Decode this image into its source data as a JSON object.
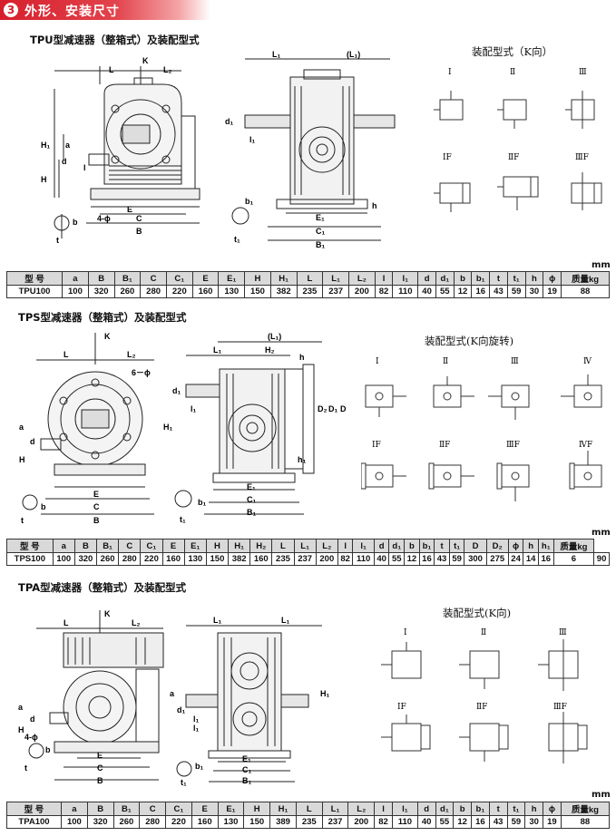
{
  "header": {
    "number": "3",
    "title": "外形、安装尺寸"
  },
  "sections": [
    {
      "id": "tpu",
      "title": "TPU型减速器（整箱式）及装配型式",
      "assembly_title": "装配型式（K向）",
      "assembly_types": [
        "Ⅰ",
        "Ⅱ",
        "Ⅲ",
        "ⅠF",
        "ⅡF",
        "ⅢF"
      ],
      "unit": "mm",
      "headers": [
        "型 号",
        "a",
        "B",
        "B₁",
        "C",
        "C₁",
        "E",
        "E₁",
        "H",
        "H₁",
        "L",
        "L₁",
        "L₂",
        "l",
        "l₁",
        "d",
        "d₁",
        "b",
        "b₁",
        "t",
        "t₁",
        "h",
        "ϕ",
        "质量kg"
      ],
      "values": [
        "TPU100",
        "100",
        "320",
        "260",
        "280",
        "220",
        "160",
        "130",
        "150",
        "382",
        "235",
        "237",
        "200",
        "82",
        "110",
        "40",
        "55",
        "12",
        "16",
        "43",
        "59",
        "30",
        "19",
        "88"
      ]
    },
    {
      "id": "tps",
      "title": "TPS型减速器（整箱式）及装配型式",
      "assembly_title": "装配型式(K向旋转)",
      "assembly_types": [
        "Ⅰ",
        "Ⅱ",
        "Ⅲ",
        "Ⅳ",
        "ⅠF",
        "ⅡF",
        "ⅢF",
        "ⅣF"
      ],
      "unit": "mm",
      "headers": [
        "型 号",
        "a",
        "B",
        "B₁",
        "C",
        "C₁",
        "E",
        "E₁",
        "H",
        "H₁",
        "H₂",
        "L",
        "L₁",
        "L₂",
        "l",
        "l₁",
        "d",
        "d₁",
        "b",
        "b₁",
        "t",
        "t₁",
        "D",
        "D₂",
        "ϕ",
        "h",
        "h₁",
        "质量kg"
      ],
      "values": [
        "TPS100",
        "100",
        "320",
        "260",
        "280",
        "220",
        "160",
        "130",
        "150",
        "382",
        "160",
        "235",
        "237",
        "200",
        "82",
        "110",
        "40",
        "55",
        "12",
        "16",
        "43",
        "59",
        "300",
        "275",
        "24",
        "14",
        "16",
        "6",
        "90"
      ]
    },
    {
      "id": "tpa",
      "title": "TPA型减速器（整箱式）及装配型式",
      "assembly_title": "装配型式(K向)",
      "assembly_types": [
        "Ⅰ",
        "Ⅱ",
        "Ⅲ",
        "ⅠF",
        "ⅡF",
        "ⅢF"
      ],
      "unit": "mm",
      "headers": [
        "型 号",
        "a",
        "B",
        "B₁",
        "C",
        "C₁",
        "E",
        "E₁",
        "H",
        "H₁",
        "L",
        "L₁",
        "L₂",
        "l",
        "l₁",
        "d",
        "d₁",
        "b",
        "b₁",
        "t",
        "t₁",
        "h",
        "ϕ",
        "质量kg"
      ],
      "values": [
        "TPA100",
        "100",
        "320",
        "260",
        "280",
        "220",
        "160",
        "130",
        "150",
        "389",
        "235",
        "237",
        "200",
        "82",
        "110",
        "40",
        "55",
        "12",
        "16",
        "43",
        "59",
        "30",
        "19",
        "88"
      ]
    }
  ],
  "drawing_labels": {
    "tpu_front": [
      "L",
      "K",
      "L₂",
      "H₁",
      "a",
      "d",
      "l",
      "H",
      "E",
      "4-ϕ",
      "C",
      "B",
      "b",
      "t"
    ],
    "tpu_side": [
      "L₁",
      "(L₁)",
      "d₁",
      "l₁",
      "h",
      "E₁",
      "C₁",
      "B₁",
      "b₁",
      "t₁"
    ],
    "tps_front": [
      "K",
      "L",
      "L₂",
      "6－ϕ",
      "a",
      "d",
      "H",
      "E",
      "C",
      "B",
      "b",
      "t"
    ],
    "tps_side": [
      "L₁",
      "(L₁)",
      "H₂",
      "h",
      "H₁",
      "d₁",
      "l₁",
      "D₂",
      "D₁",
      "D",
      "h₁",
      "E₁",
      "C₁",
      "B₁",
      "b₁",
      "t₁"
    ],
    "tpa_front": [
      "K",
      "L",
      "L₂",
      "a",
      "d",
      "H",
      "4-ϕ",
      "b",
      "t",
      "E",
      "C",
      "B"
    ],
    "tpa_side": [
      "L₁",
      "L₁",
      "H₁",
      "a",
      "d₁",
      "l₁",
      "l₁",
      "E₁",
      "C₁",
      "B₁",
      "b₁",
      "t₁"
    ]
  }
}
